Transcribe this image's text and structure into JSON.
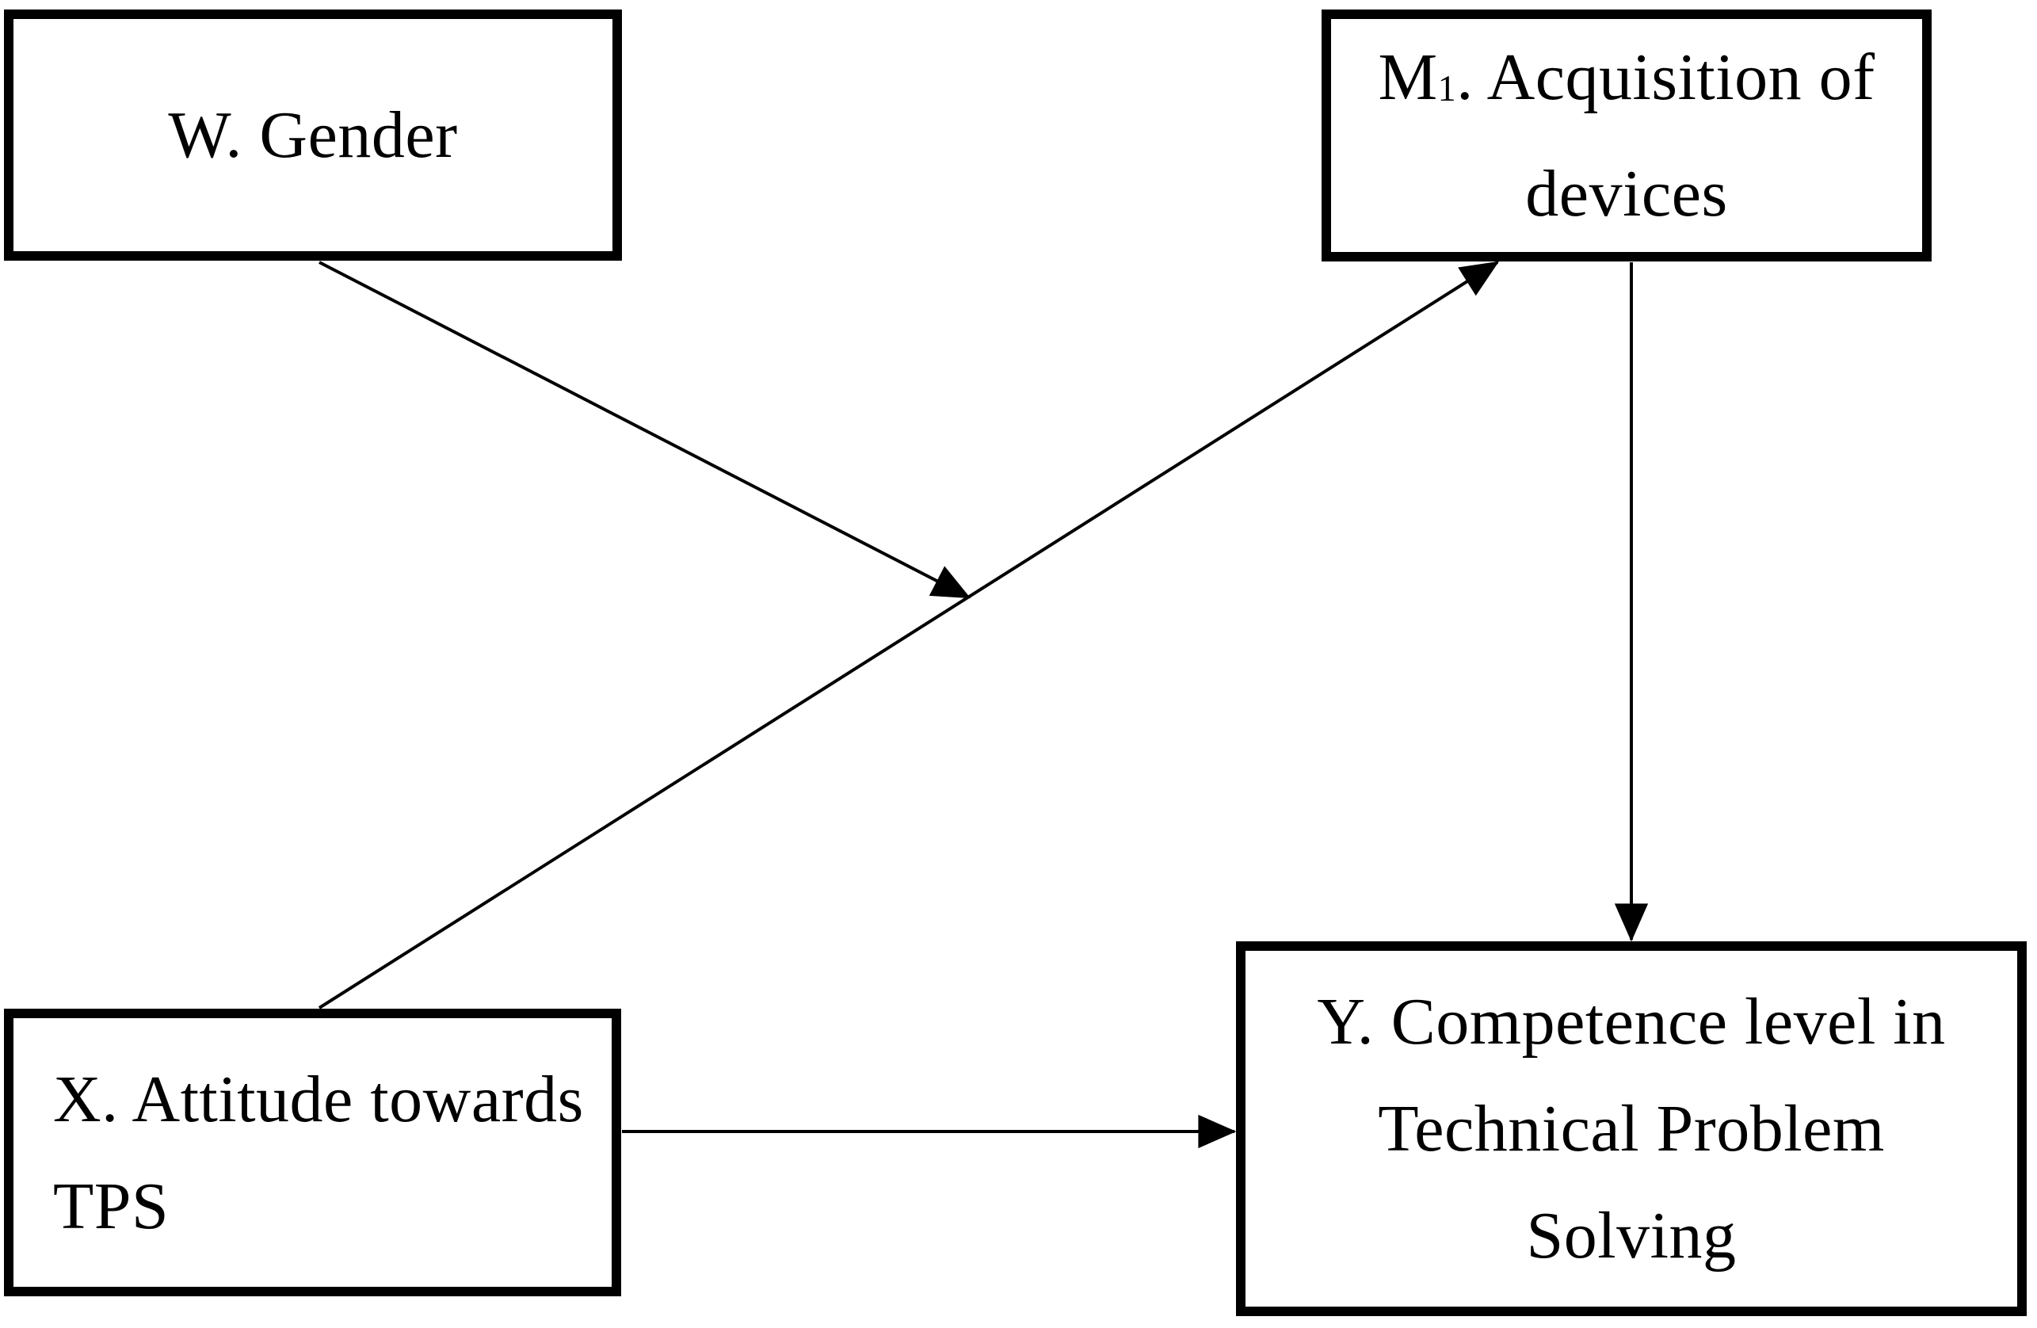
{
  "diagram": {
    "type": "moderated-mediation-path-model",
    "boxes": {
      "w": {
        "label": "W. Gender"
      },
      "m1": {
        "prefix": "M",
        "sub": "1",
        "rest": ". Acquisition of",
        "line2": "devices"
      },
      "x": {
        "line1": "X. Attitude towards",
        "line2": "TPS"
      },
      "y": {
        "line1": "Y. Competence level in",
        "line2": "Technical Problem",
        "line3": "Solving"
      }
    },
    "edges": [
      {
        "from": "x",
        "to": "m1",
        "kind": "direct-effect-arrow"
      },
      {
        "from": "w",
        "to": "path-x-m1",
        "kind": "moderation-arrow"
      },
      {
        "from": "m1",
        "to": "y",
        "kind": "direct-effect-arrow"
      },
      {
        "from": "x",
        "to": "y",
        "kind": "direct-effect-arrow"
      }
    ]
  },
  "colors": {
    "ink": "#000000",
    "background": "#ffffff"
  }
}
